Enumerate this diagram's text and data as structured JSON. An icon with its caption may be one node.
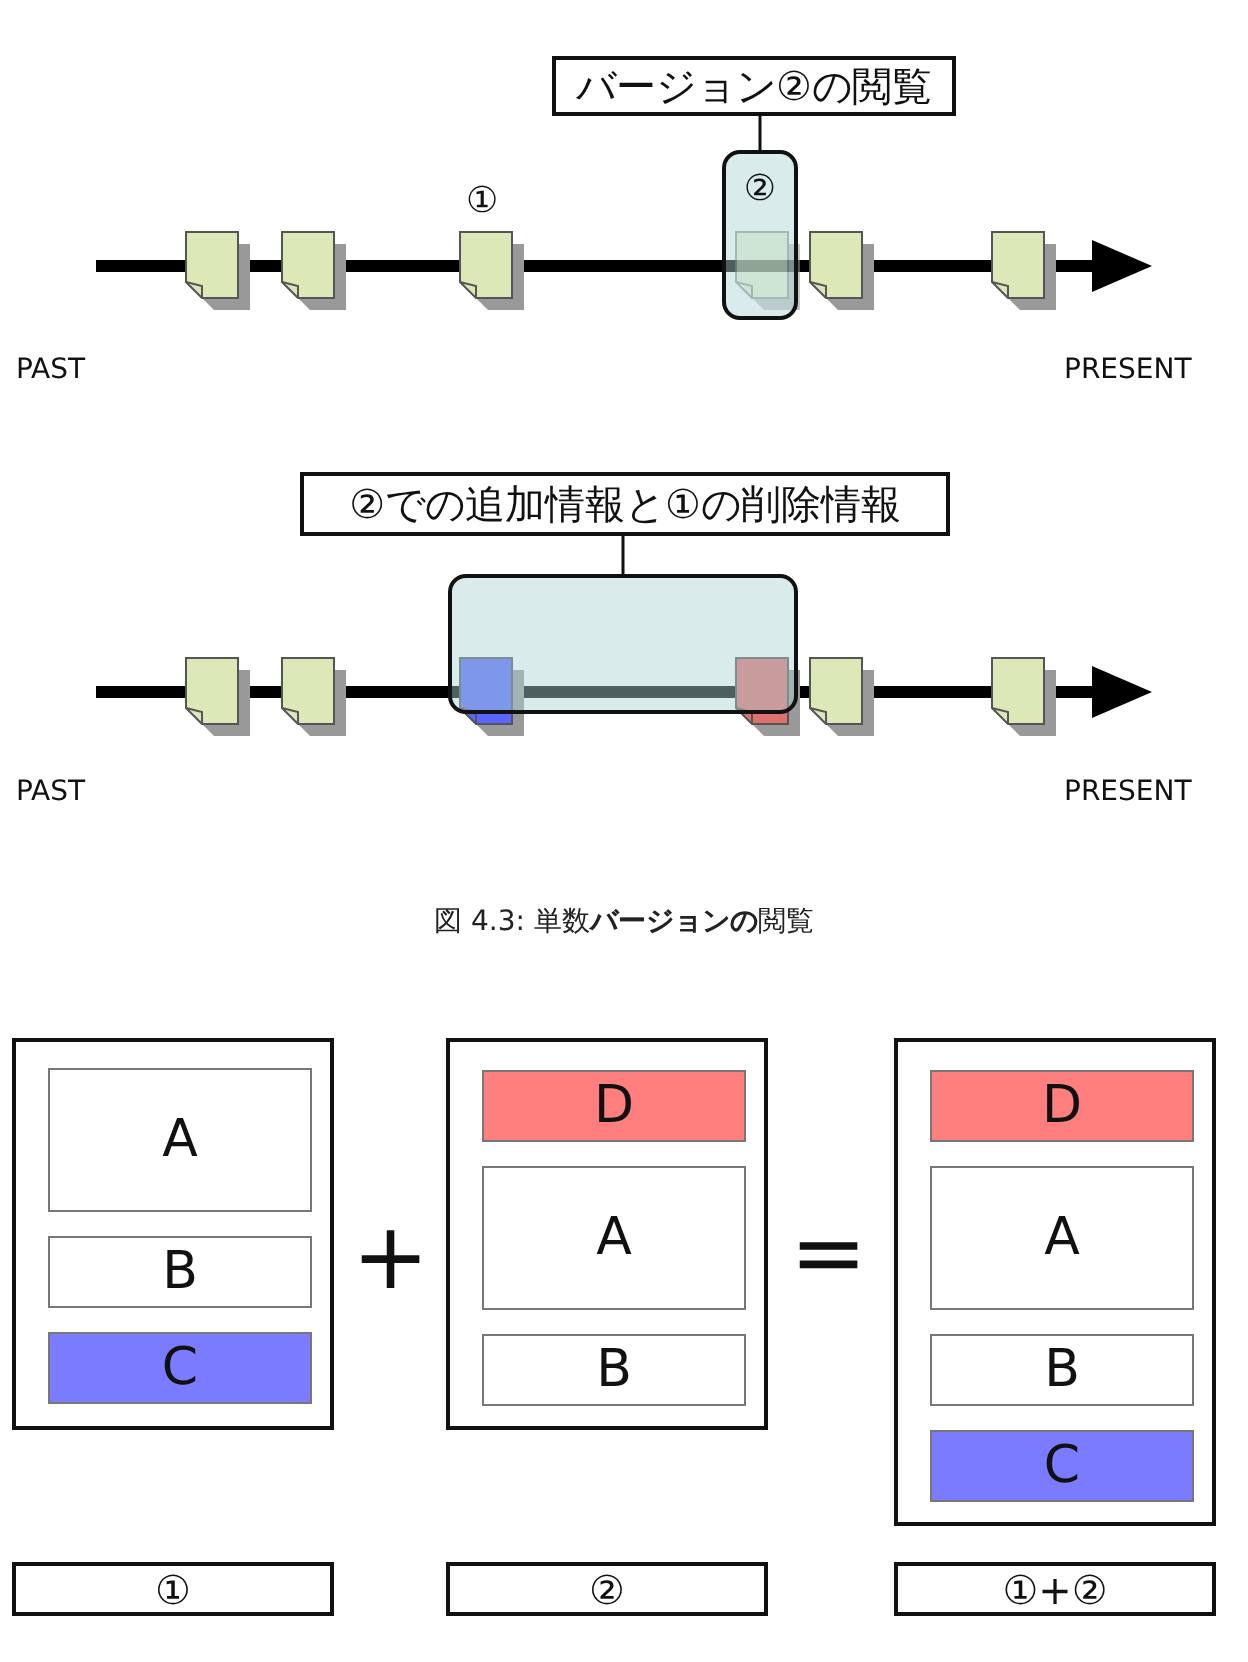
{
  "diagram": {
    "caption": "図 4.3: 単数**バージョンの**閲覧",
    "nodes": [
      {
        "text": [
          "バージョン②の閲覧"
        ]
      },
      {
        "text": [
          "②"
        ]
      },
      {
        "text": [
          "②での追加情報と①の削除情報"
        ]
      },
      {
        "text": [],
        "shape": "box"
      },
      {
        "text": [],
        "shape": "box"
      },
      {
        "text": [
          "A"
        ],
        "in": 4
      },
      {
        "text": [
          "B"
        ],
        "in": 4
      },
      {
        "text": [
          "C"
        ],
        "in": 4
      },
      {
        "text": [],
        "shape": "box"
      },
      {
        "text": [
          "D"
        ],
        "in": 8
      },
      {
        "text": [
          "A"
        ],
        "in": 8
      },
      {
        "text": [
          "B"
        ],
        "in": 8
      },
      {
        "text": [],
        "shape": "box"
      },
      {
        "text": [
          "D"
        ],
        "in": 12
      },
      {
        "text": [
          "A"
        ],
        "in": 12
      },
      {
        "text": [
          "B"
        ],
        "in": 12
      },
      {
        "text": [
          "C"
        ],
        "in": 12
      },
      {
        "text": [
          "①"
        ]
      },
      {
        "text": [
          "②"
        ]
      },
      {
        "text": [
          "①+②"
        ]
      }
    ],
    "edges": [
      {
        "from": 0,
        "to": 1,
        "arrow": "none"
      },
      {
        "from": 2,
        "to": 3,
        "arrow": "none"
      }
    ],
    "labels": [
      "①",
      "PAST",
      "PRESENT",
      "PAST",
      "PRESENT",
      "+",
      "="
    ]
  }
}
